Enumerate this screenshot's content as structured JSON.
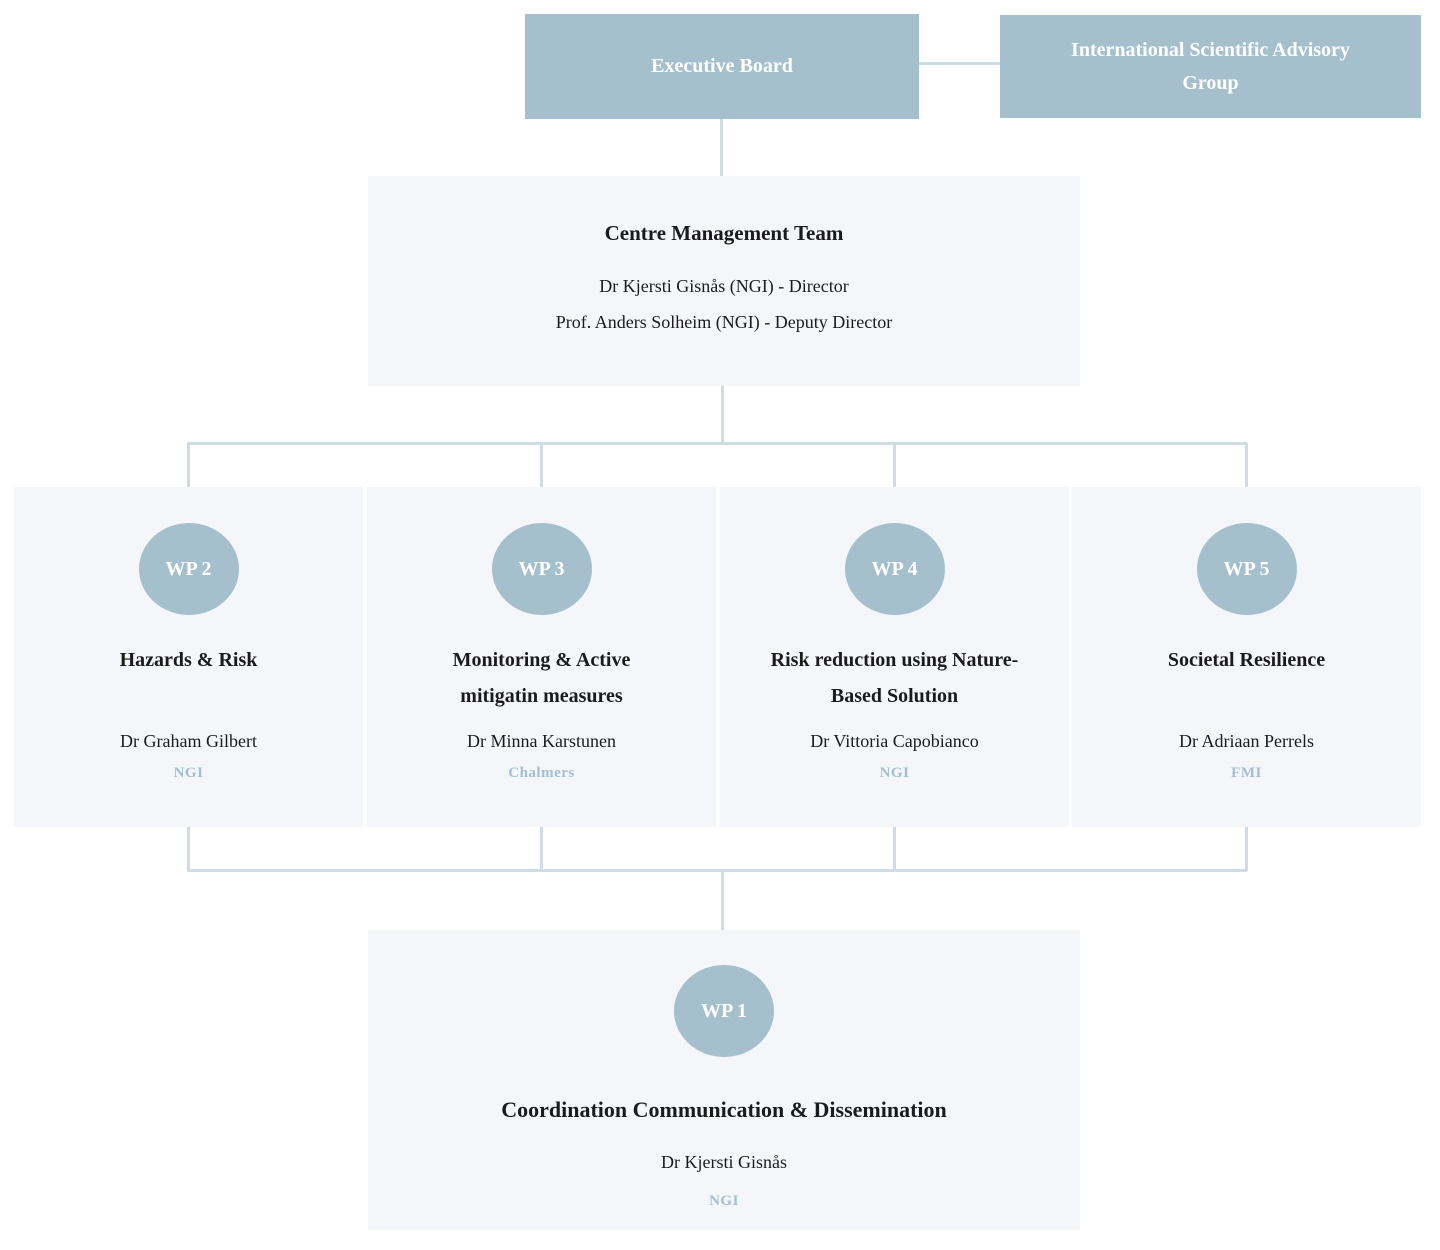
{
  "palette": {
    "box_fill": "#a5c0cc",
    "panel_fill": "#f5f6fa",
    "connector_line": "#ccdde6",
    "text_dark": "#1b1b1b",
    "text_white": "#ffffff",
    "org_label": "#a3bdd3"
  },
  "top": {
    "executive_board": {
      "label": "Executive Board"
    },
    "advisory_group": {
      "label": "International Scientific Advisory Group"
    }
  },
  "management": {
    "title": "Centre Management Team",
    "members": [
      "Dr Kjersti Gisnås (NGI) - Director",
      "Prof. Anders Solheim (NGI) - Deputy Director"
    ]
  },
  "work_packages": [
    {
      "id": "WP 2",
      "title": "Hazards & Risk",
      "lead": "Dr Graham Gilbert",
      "org": "NGI"
    },
    {
      "id": "WP 3",
      "title": "Monitoring & Active mitigatin measures",
      "lead": "Dr Minna Karstunen",
      "org": "Chalmers"
    },
    {
      "id": "WP 4",
      "title": "Risk reduction using Nature-Based Solution",
      "lead": "Dr Vittoria Capobianco",
      "org": "NGI"
    },
    {
      "id": "WP 5",
      "title": "Societal Resilience",
      "lead": "Dr Adriaan Perrels",
      "org": "FMI"
    }
  ],
  "coordination": {
    "id": "WP 1",
    "title": "Coordination Communication & Dissemination",
    "lead": "Dr Kjersti Gisnås",
    "org": "NGI"
  }
}
